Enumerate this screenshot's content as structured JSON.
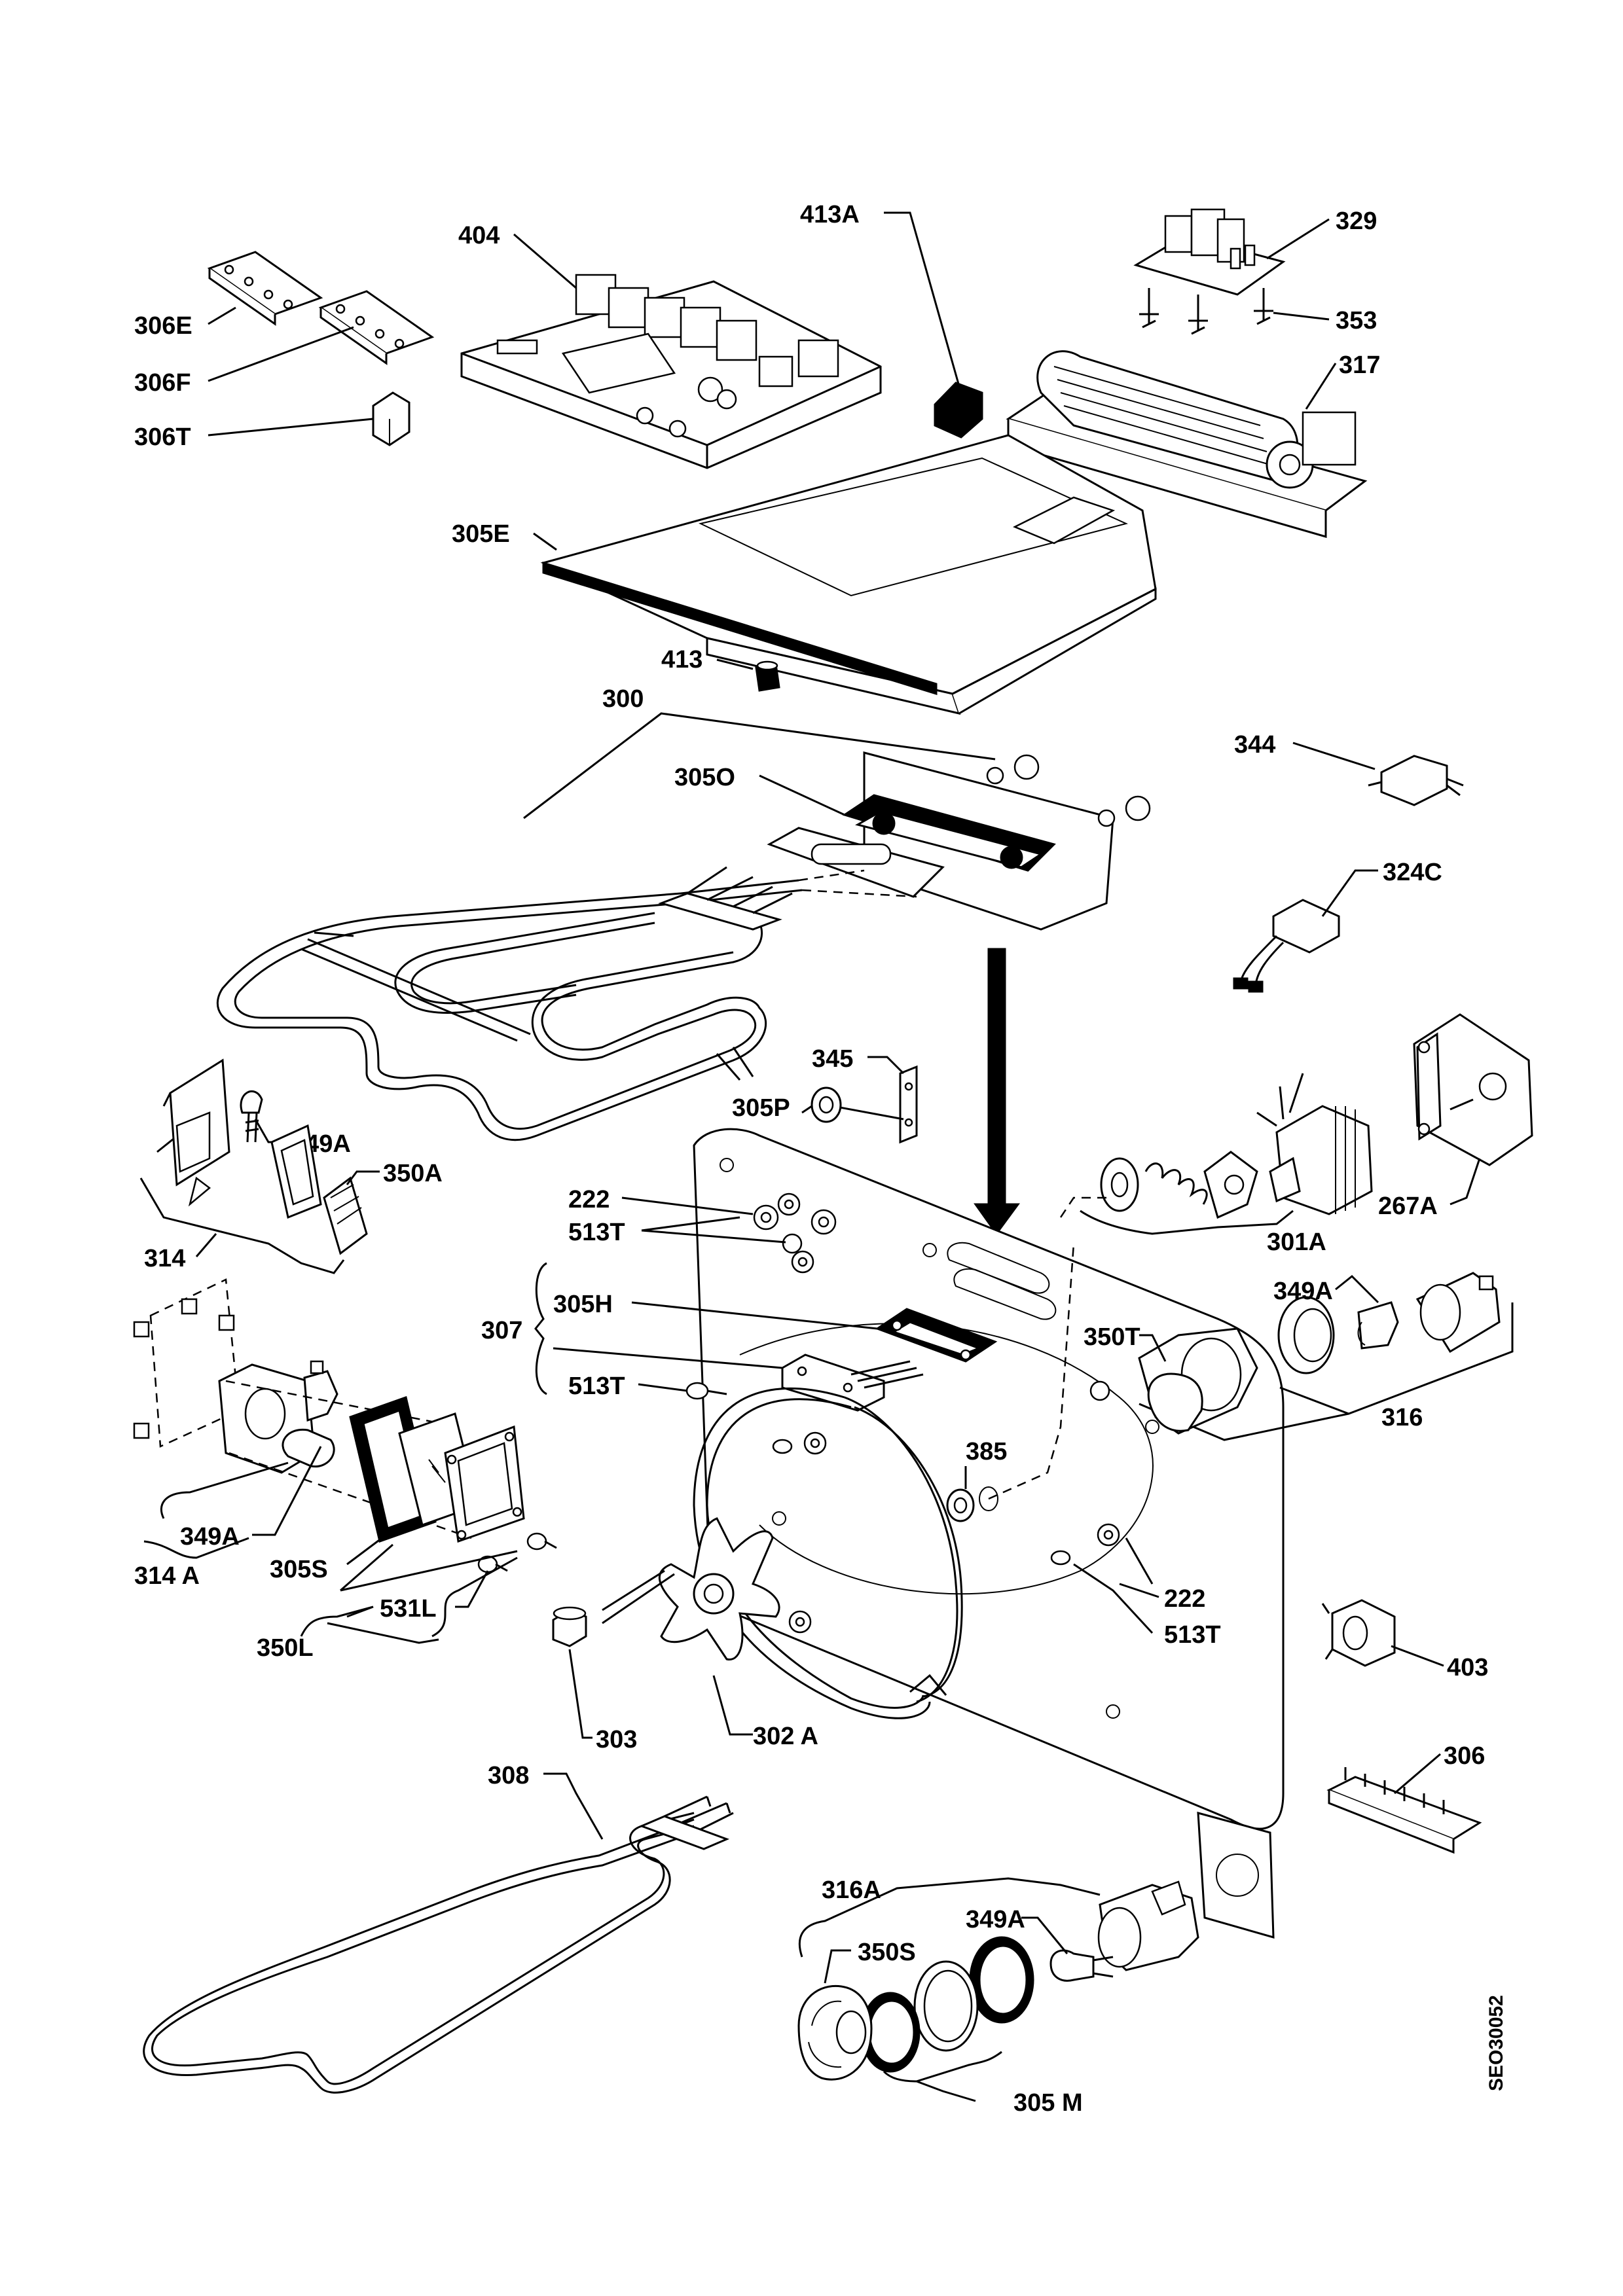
{
  "diagram": {
    "code": "SEO30052",
    "labels": {
      "l404": "404",
      "l413A": "413A",
      "l329": "329",
      "l353": "353",
      "l317": "317",
      "l306E": "306E",
      "l306F": "306F",
      "l306T": "306T",
      "l305E": "305E",
      "l413": "413",
      "l300": "300",
      "l305O": "305O",
      "l344": "344",
      "l324C": "324C",
      "l345": "345",
      "l305P": "305P",
      "l349A_1": "349A",
      "l350A": "350A",
      "l314": "314",
      "l222_1": "222",
      "l513T_1": "513T",
      "l301A": "301A",
      "l267A": "267A",
      "l349A_2": "349A",
      "l305H": "305H",
      "l307": "307",
      "l350T": "350T",
      "l513T_2": "513T",
      "l316": "316",
      "l385": "385",
      "l349A_3": "349A",
      "l314A": "314 A",
      "l305S": "305S",
      "l531L": "531L",
      "l350L": "350L",
      "l222_2": "222",
      "l513T_3": "513T",
      "l403": "403",
      "l303": "303",
      "l302A": "302 A",
      "l306": "306",
      "l308": "308",
      "l316A": "316A",
      "l349A_4": "349A",
      "l350S": "350S",
      "l305M": "305 M"
    }
  }
}
